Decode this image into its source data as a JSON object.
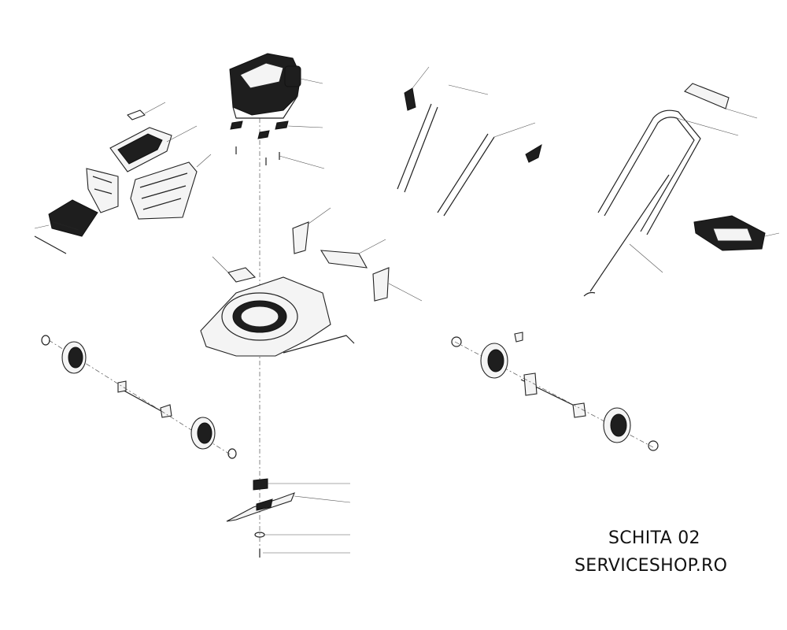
{
  "caption": {
    "schema": "SCHITA 02",
    "site": "SERVICESHOP.RO"
  },
  "components": [
    "engine-assembly",
    "grass-catcher-bag",
    "rear-flap",
    "mulching-plug",
    "upper-handle",
    "lower-handle",
    "handle-bar-grip",
    "control-cable",
    "mower-deck",
    "front-axle",
    "rear-axle",
    "wheel",
    "blade",
    "blade-adapter"
  ]
}
